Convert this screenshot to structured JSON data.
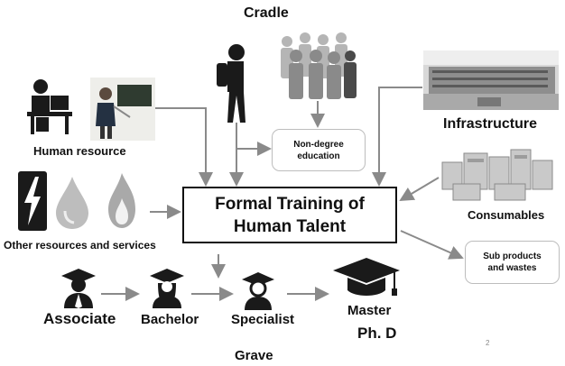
{
  "labels": {
    "cradle": "Cradle",
    "human_resource": "Human resource",
    "other_resources": "Other resources and services",
    "infrastructure": "Infrastructure",
    "consumables": "Consumables",
    "grave": "Grave",
    "page_mark": "2"
  },
  "boxes": {
    "main": {
      "line1": "Formal Training of",
      "line2": "Human Talent"
    },
    "non_degree": {
      "line1": "Non-degree",
      "line2": "education"
    },
    "sub_products": {
      "line1": "Sub products",
      "line2": "and wastes"
    }
  },
  "degrees": {
    "associate": "Associate",
    "bachelor": "Bachelor",
    "specialist": "Specialist",
    "master": "Master",
    "phd": "Ph. D"
  },
  "colors": {
    "arrow": "#8a8a8a",
    "icon_dark": "#1a1a1a",
    "icon_gray": "#9a9a9a",
    "box_border_light": "#bdbdbd"
  },
  "icons": [
    "desk-worker-icon",
    "teacher-board-icon",
    "lightning-icon",
    "water-drop-icon",
    "flame-icon",
    "student-backpack-icon",
    "crowd-icon",
    "building-icon",
    "consumables-icon",
    "graduate-icon",
    "graduation-cap-icon"
  ]
}
